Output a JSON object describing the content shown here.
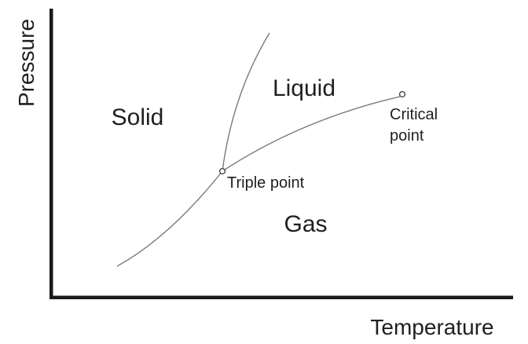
{
  "colors": {
    "background": "#ffffff",
    "axis": "#1a1a1a",
    "curve": "#7a7a7a",
    "marker_stroke": "#3a3a3a",
    "text": "#1f1f1f"
  },
  "axes": {
    "y_label": "Pressure",
    "x_label": "Temperature"
  },
  "regions": {
    "solid": "Solid",
    "liquid": "Liquid",
    "gas": "Gas"
  },
  "points": {
    "triple": "Triple point",
    "critical": "Critical point"
  }
}
